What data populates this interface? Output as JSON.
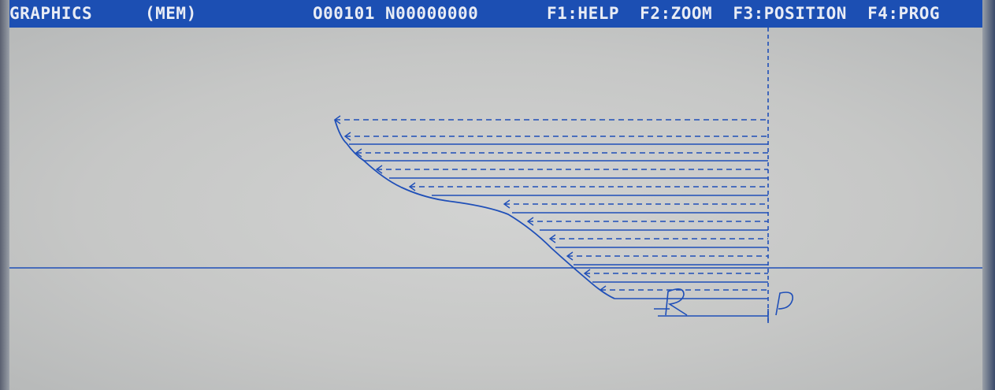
{
  "header": {
    "title": "GRAPHICS",
    "mode": "(MEM)",
    "program": "O00101 N00000000",
    "keys": [
      {
        "key": "F1",
        "label": "F1:HELP"
      },
      {
        "key": "F2",
        "label": "F2:ZOOM"
      },
      {
        "key": "F3",
        "label": "F3:POSITION"
      },
      {
        "key": "F4",
        "label": "F4:PROG"
      }
    ]
  },
  "colors": {
    "header_bg": "#1c4fb3",
    "header_text": "#e8ecf5",
    "toolpath": "#1f4fb8",
    "screen_bg": "#c8c9c8"
  },
  "graphics": {
    "handwritten_letters": [
      "R",
      "P"
    ]
  }
}
